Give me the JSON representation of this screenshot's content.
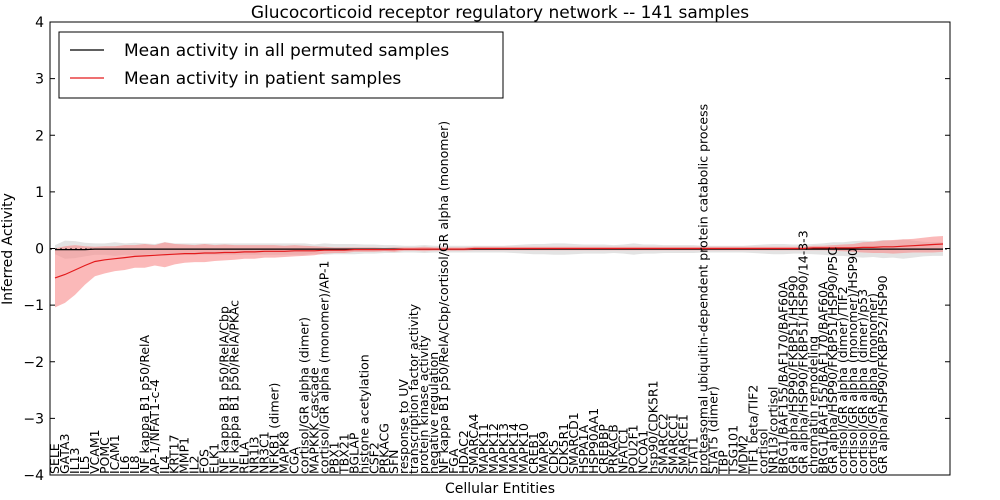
{
  "chart_data": {
    "type": "line",
    "title": "Glucocorticoid receptor regulatory network -- 141 samples",
    "xlabel": "Cellular Entities",
    "ylabel": "Inferred Activity",
    "ylim": [
      -4,
      4
    ],
    "yticks": [
      "−4",
      "−3",
      "−2",
      "−1",
      "0",
      "1",
      "2",
      "3",
      "4"
    ],
    "grid": false,
    "legend_position": "top-left",
    "series": [
      {
        "name": "Mean activity in all permuted samples",
        "color": "#000000",
        "band_color": "#c8c8c8",
        "values": [
          -0.02,
          -0.02,
          -0.02,
          -0.02,
          -0.01,
          -0.01,
          -0.01,
          -0.01,
          -0.01,
          -0.01,
          -0.01,
          -0.01,
          -0.01,
          -0.01,
          -0.01,
          -0.01,
          -0.01,
          -0.01,
          -0.01,
          -0.01,
          -0.01,
          -0.01,
          -0.01,
          -0.01,
          -0.01,
          -0.01,
          -0.01,
          -0.01,
          -0.01,
          -0.01,
          -0.01,
          -0.01,
          -0.01,
          -0.01,
          -0.01,
          -0.01,
          -0.01,
          -0.01,
          -0.01,
          -0.01,
          -0.01,
          -0.01,
          -0.01,
          -0.01,
          -0.01,
          -0.01,
          -0.01,
          -0.01,
          -0.01,
          -0.01,
          -0.01,
          -0.01,
          -0.01,
          -0.01,
          -0.01,
          -0.01,
          -0.01,
          -0.01,
          -0.01,
          -0.01,
          -0.01,
          -0.01,
          -0.01,
          -0.01,
          -0.01,
          -0.01,
          -0.01,
          -0.01,
          -0.01,
          -0.01,
          -0.01,
          -0.01,
          -0.01,
          -0.01,
          -0.01,
          -0.01,
          -0.01,
          -0.01,
          -0.01,
          -0.01,
          -0.01,
          -0.01,
          -0.01,
          -0.01,
          -0.01,
          -0.01,
          -0.01,
          -0.01,
          -0.01,
          -0.01
        ],
        "band": [
          0.08,
          0.16,
          0.15,
          0.12,
          0.1,
          0.1,
          0.12,
          0.1,
          0.11,
          0.1,
          0.09,
          0.12,
          0.1,
          0.1,
          0.1,
          0.1,
          0.1,
          0.1,
          0.1,
          0.1,
          0.1,
          0.1,
          0.1,
          0.1,
          0.1,
          0.1,
          0.08,
          0.1,
          0.09,
          0.09,
          0.09,
          0.08,
          0.08,
          0.07,
          0.07,
          0.06,
          0.06,
          0.07,
          0.06,
          0.06,
          0.06,
          0.06,
          0.06,
          0.06,
          0.06,
          0.06,
          0.07,
          0.08,
          0.09,
          0.09,
          0.1,
          0.1,
          0.09,
          0.08,
          0.08,
          0.08,
          0.07,
          0.08,
          0.1,
          0.08,
          0.08,
          0.07,
          0.07,
          0.07,
          0.07,
          0.06,
          0.06,
          0.06,
          0.06,
          0.06,
          0.07,
          0.08,
          0.09,
          0.09,
          0.08,
          0.08,
          0.09,
          0.1,
          0.12,
          0.12,
          0.14,
          0.15,
          0.14,
          0.16,
          0.15,
          0.17,
          0.15,
          0.13,
          0.12,
          0.12
        ]
      },
      {
        "name": "Mean activity in patient samples",
        "color": "#e31a1c",
        "band_color": "#f88a8a",
        "values": [
          -0.52,
          -0.46,
          -0.38,
          -0.3,
          -0.23,
          -0.2,
          -0.18,
          -0.16,
          -0.14,
          -0.13,
          -0.12,
          -0.11,
          -0.1,
          -0.09,
          -0.09,
          -0.08,
          -0.08,
          -0.07,
          -0.07,
          -0.06,
          -0.06,
          -0.05,
          -0.05,
          -0.05,
          -0.04,
          -0.04,
          -0.04,
          -0.03,
          -0.03,
          -0.03,
          -0.02,
          -0.02,
          -0.02,
          -0.02,
          -0.02,
          -0.01,
          -0.01,
          -0.01,
          -0.01,
          -0.01,
          -0.01,
          -0.01,
          0.0,
          0.0,
          0.0,
          0.0,
          0.0,
          0.0,
          0.0,
          0.0,
          0.0,
          0.0,
          0.0,
          0.0,
          0.0,
          0.0,
          0.0,
          0.0,
          0.0,
          0.0,
          0.0,
          0.0,
          0.0,
          0.0,
          0.0,
          0.0,
          0.0,
          0.0,
          0.0,
          0.0,
          0.0,
          0.0,
          0.0,
          0.0,
          0.0,
          0.0,
          0.01,
          0.01,
          0.01,
          0.01,
          0.01,
          0.02,
          0.02,
          0.03,
          0.03,
          0.04,
          0.05,
          0.06,
          0.07,
          0.08
        ],
        "band": [
          0.52,
          0.5,
          0.44,
          0.34,
          0.26,
          0.24,
          0.22,
          0.22,
          0.2,
          0.21,
          0.18,
          0.22,
          0.18,
          0.16,
          0.15,
          0.16,
          0.14,
          0.14,
          0.13,
          0.12,
          0.12,
          0.11,
          0.11,
          0.1,
          0.1,
          0.09,
          0.08,
          0.06,
          0.05,
          0.05,
          0.04,
          0.04,
          0.04,
          0.03,
          0.04,
          0.03,
          0.03,
          0.04,
          0.03,
          0.03,
          0.03,
          0.03,
          0.03,
          0.03,
          0.03,
          0.03,
          0.03,
          0.03,
          0.03,
          0.03,
          0.03,
          0.03,
          0.03,
          0.03,
          0.03,
          0.03,
          0.03,
          0.03,
          0.03,
          0.03,
          0.03,
          0.03,
          0.03,
          0.03,
          0.03,
          0.03,
          0.03,
          0.03,
          0.03,
          0.03,
          0.03,
          0.03,
          0.03,
          0.03,
          0.03,
          0.03,
          0.04,
          0.04,
          0.05,
          0.06,
          0.07,
          0.09,
          0.1,
          0.11,
          0.12,
          0.12,
          0.12,
          0.13,
          0.14,
          0.14
        ]
      }
    ],
    "entities": [
      {
        "i": 0,
        "label": "SELE"
      },
      {
        "i": 1,
        "label": "GATA3"
      },
      {
        "i": 2,
        "label": "IL13"
      },
      {
        "i": 3,
        "label": "IL5"
      },
      {
        "i": 4,
        "label": "VCAM1"
      },
      {
        "i": 5,
        "label": "POMC"
      },
      {
        "i": 6,
        "label": "ICAM1"
      },
      {
        "i": 7,
        "label": "IL6"
      },
      {
        "i": 8,
        "label": "IL8"
      },
      {
        "i": 9,
        "label": "NF kappa B1 p50/RelA"
      },
      {
        "i": 10,
        "label": "AP-1/NFAT1-c-4"
      },
      {
        "i": 11,
        "label": "IL4"
      },
      {
        "i": 12,
        "label": "KRT17"
      },
      {
        "i": 13,
        "label": "MMP1"
      },
      {
        "i": 14,
        "label": "IL2"
      },
      {
        "i": 15,
        "label": "FOS"
      },
      {
        "i": 16,
        "label": "ELK1"
      },
      {
        "i": 17,
        "label": "NF kappa B1 p50/RelA/Cbp"
      },
      {
        "i": 18,
        "label": "NF kappa B1 p50/RelA/PKAc"
      },
      {
        "i": 19,
        "label": "RELA"
      },
      {
        "i": 20,
        "label": "NR1I3"
      },
      {
        "i": 21,
        "label": "NR3C1"
      },
      {
        "i": 22,
        "label": "NFKB1 (dimer)"
      },
      {
        "i": 23,
        "label": "MAPK8"
      },
      {
        "i": 24,
        "label": "CGA"
      },
      {
        "i": 25,
        "label": "cortisol/GR alpha (dimer)"
      },
      {
        "i": 26,
        "label": "MAPKKK cascade"
      },
      {
        "i": 27,
        "label": "cortisol/GR alpha (monomer)/AP-1"
      },
      {
        "i": 28,
        "label": "PBX1"
      },
      {
        "i": 29,
        "label": "TBX21"
      },
      {
        "i": 30,
        "label": "BGLAP"
      },
      {
        "i": 31,
        "label": "histone acetylation"
      },
      {
        "i": 32,
        "label": "CSF2"
      },
      {
        "i": 33,
        "label": "PRKACG"
      },
      {
        "i": 34,
        "label": "SFN"
      },
      {
        "i": 35,
        "label": "response to UV"
      },
      {
        "i": 36,
        "label": "transcription factor activity"
      },
      {
        "i": 37,
        "label": "protein kinase activity"
      },
      {
        "i": 38,
        "label": "negative regulation"
      },
      {
        "i": 39,
        "label": "NF kappa B1 p50/RelA/Cbp/cortisol/GR alpha (monomer)"
      },
      {
        "i": 40,
        "label": "FGA"
      },
      {
        "i": 41,
        "label": "HDAC2"
      },
      {
        "i": 42,
        "label": "SMARCA4"
      },
      {
        "i": 43,
        "label": "MAPK11"
      },
      {
        "i": 44,
        "label": "MAPK12"
      },
      {
        "i": 45,
        "label": "MAPK13"
      },
      {
        "i": 46,
        "label": "MAPK14"
      },
      {
        "i": 47,
        "label": "MAPK10"
      },
      {
        "i": 48,
        "label": "CREB1"
      },
      {
        "i": 49,
        "label": "MAPK9"
      },
      {
        "i": 50,
        "label": "CDK5"
      },
      {
        "i": 51,
        "label": "CDK5R1"
      },
      {
        "i": 52,
        "label": "SMARCD1"
      },
      {
        "i": 53,
        "label": "HSPA1A"
      },
      {
        "i": 54,
        "label": "HSP90AA1"
      },
      {
        "i": 55,
        "label": "CREBBP"
      },
      {
        "i": 56,
        "label": "PRKACB"
      },
      {
        "i": 57,
        "label": "NFATC1"
      },
      {
        "i": 58,
        "label": "POU2F1"
      },
      {
        "i": 59,
        "label": "NCOA1"
      },
      {
        "i": 60,
        "label": "hsp90/CDK5R1"
      },
      {
        "i": 61,
        "label": "SMARCC2"
      },
      {
        "i": 62,
        "label": "SMARCC1"
      },
      {
        "i": 63,
        "label": "SMARCE1"
      },
      {
        "i": 64,
        "label": "STAT1"
      },
      {
        "i": 65,
        "label": "proteasomal ubiquitin-dependent protein catabolic process"
      },
      {
        "i": 66,
        "label": "STAT5 (dimer)"
      },
      {
        "i": 67,
        "label": "TBP"
      },
      {
        "i": 68,
        "label": "TSG101"
      },
      {
        "i": 69,
        "label": "MDM2"
      },
      {
        "i": 70,
        "label": "TIF1 beta/TIF2"
      },
      {
        "i": 71,
        "label": "cortisol"
      },
      {
        "i": 72,
        "label": "NR1I3/cortisol"
      },
      {
        "i": 73,
        "label": "BRG1/BAF155/BAF170/BAF60A"
      },
      {
        "i": 74,
        "label": "GR alpha/HSP90/FKBP51/HSP90"
      },
      {
        "i": 75,
        "label": "GR alpha/HSP90/FKBP51/HSP90/14-3-3"
      },
      {
        "i": 76,
        "label": "chromatin remodeling"
      },
      {
        "i": 77,
        "label": "BRG1/BAF155/BAF170/BAF60A"
      },
      {
        "i": 78,
        "label": "GR alpha/HSP90/FKBP51/HSP90/P5C"
      },
      {
        "i": 79,
        "label": "cortisol/GR alpha (dimer)/TIF2"
      },
      {
        "i": 80,
        "label": "cortisol/GR alpha (monomer)/HSP90"
      },
      {
        "i": 81,
        "label": "cortisol/GR alpha (dimer)/p53"
      },
      {
        "i": 82,
        "label": "cortisol/GR alpha (monomer)"
      },
      {
        "i": 83,
        "label": "GR alpha/HSP90/FKBP52/HSP90"
      }
    ]
  }
}
